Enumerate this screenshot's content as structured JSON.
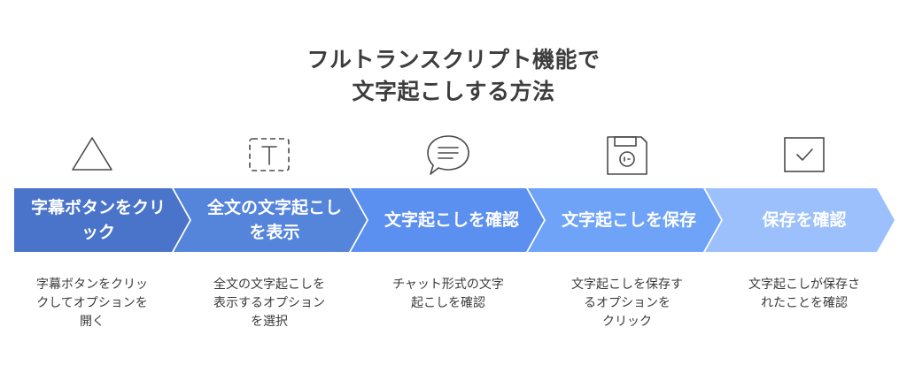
{
  "title": {
    "line1": "フルトランスクリプト機能で",
    "line2": "文字起こしする方法"
  },
  "colors": {
    "step1": "#4a74c9",
    "step2": "#5584db",
    "step3": "#5b8ff0",
    "step4": "#6fa3f7",
    "step5": "#9cc0fb",
    "icon_stroke": "#4a4a4a"
  },
  "steps": [
    {
      "label": "字幕ボタンをクリック",
      "icon": "triangle-icon",
      "description_lines": [
        "字幕ボタンをクリッ",
        "クしてオプションを",
        "開く"
      ]
    },
    {
      "label": "全文の文字起こしを表示",
      "icon": "text-box-icon",
      "description_lines": [
        "全文の文字起こしを",
        "表示するオプション",
        "を選択"
      ]
    },
    {
      "label": "文字起こしを確認",
      "icon": "chat-bubble-icon",
      "description_lines": [
        "チャット形式の文字",
        "起こしを確認"
      ]
    },
    {
      "label": "文字起こしを保存",
      "icon": "floppy-disk-icon",
      "description_lines": [
        "文字起こしを保存す",
        "るオプションを",
        "クリック"
      ]
    },
    {
      "label": "保存を確認",
      "icon": "checkbox-icon",
      "description_lines": [
        "文字起こしが保存さ",
        "れたことを確認"
      ]
    }
  ]
}
